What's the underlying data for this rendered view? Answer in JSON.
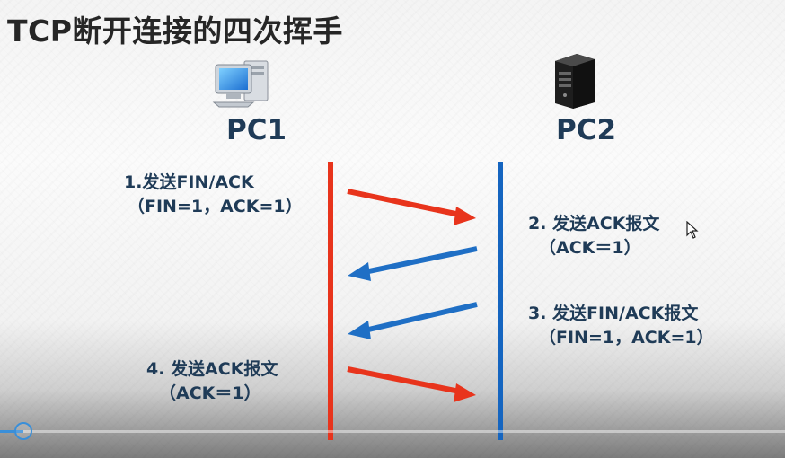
{
  "title": "TCP断开连接的四次挥手",
  "pc1": {
    "label": "PC1",
    "icon": "desktop-computer-icon"
  },
  "pc2": {
    "label": "PC2",
    "icon": "server-tower-icon"
  },
  "steps": [
    {
      "line1": "1.发送FIN/ACK",
      "line2": "（FIN=1，ACK=1）",
      "direction": "PC1->PC2"
    },
    {
      "line1": "2. 发送ACK报文",
      "line2": "（ACK＝1）",
      "direction": "PC2->PC1"
    },
    {
      "line1": "3. 发送FIN/ACK报文",
      "line2": "（FIN=1，ACK=1）",
      "direction": "PC2->PC1"
    },
    {
      "line1": "4. 发送ACK报文",
      "line2": "（ACK＝1）",
      "direction": "PC1->PC2"
    }
  ],
  "colors": {
    "pc1_line": "#e8341c",
    "pc2_line": "#1565c0",
    "arrow_pc1": "#e8341c",
    "arrow_pc2": "#1f6fc5",
    "text": "#1f3b57",
    "progress": "#3a8fd9"
  },
  "video_progress_fraction": 0.03
}
